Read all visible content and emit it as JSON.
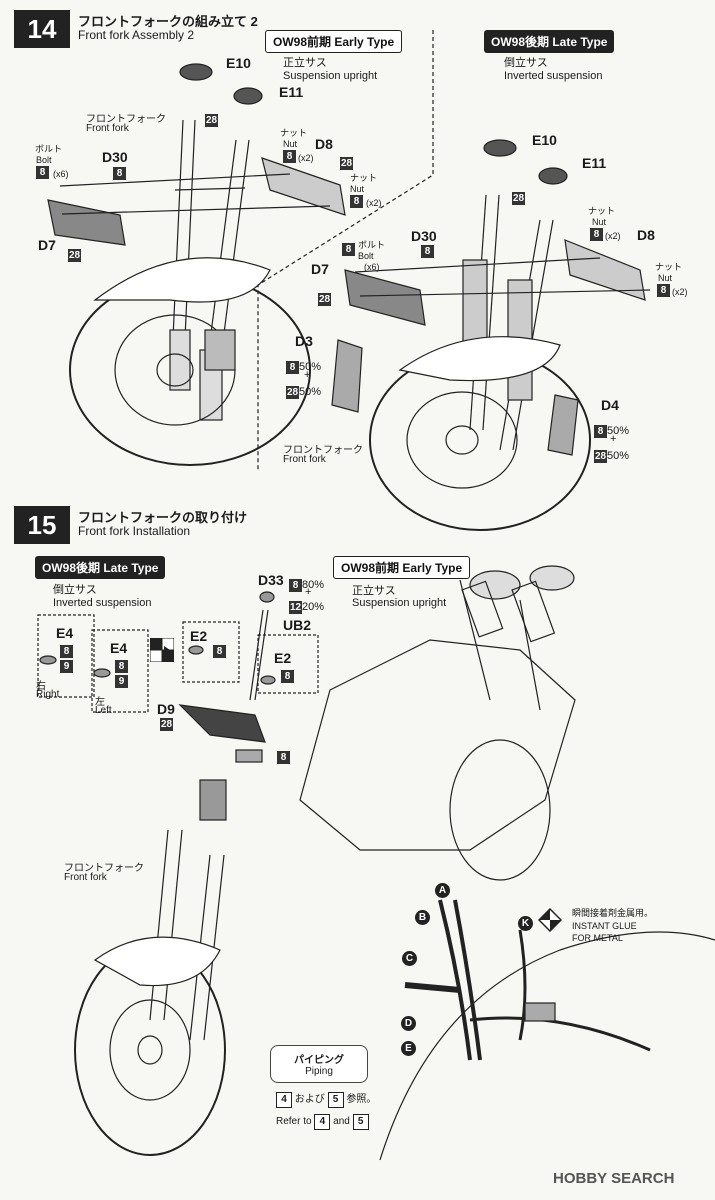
{
  "step14": {
    "number": "14",
    "title_jp": "フロントフォークの組み立て 2",
    "title_en": "Front fork Assembly 2",
    "early": {
      "tag": "OW98前期 Early Type",
      "sub_jp": "正立サス",
      "sub_en": "Suspension upright",
      "parts": {
        "e10": "E10",
        "e11": "E11",
        "d30": "D30",
        "d8": "D8",
        "d7": "D7"
      },
      "front_fork_jp": "フロントフォーク",
      "front_fork_en": "Front fork",
      "bolt_jp": "ボルト",
      "bolt_en": "Bolt",
      "nut_jp": "ナット",
      "nut_en": "Nut",
      "x6": "(x6)",
      "x2": "(x2)"
    },
    "late": {
      "tag": "OW98後期 Late Type",
      "sub_jp": "倒立サス",
      "sub_en": "Inverted suspension",
      "parts": {
        "e10": "E10",
        "e11": "E11",
        "d30": "D30",
        "d8": "D8",
        "d7": "D7",
        "d3": "D3",
        "d4": "D4"
      },
      "front_fork_jp": "フロントフォーク",
      "front_fork_en": "Front fork",
      "bolt_jp": "ボルト",
      "bolt_en": "Bolt",
      "nut_jp": "ナット",
      "nut_en": "Nut",
      "x6": "(x6)",
      "x2": "(x2)",
      "pct50": "50%",
      "plus": "+"
    }
  },
  "step15": {
    "number": "15",
    "title_jp": "フロントフォークの取り付け",
    "title_en": "Front fork Installation",
    "late": {
      "tag": "OW98後期 Late Type",
      "sub_jp": "倒立サス",
      "sub_en": "Inverted suspension"
    },
    "early": {
      "tag": "OW98前期 Early Type",
      "sub_jp": "正立サス",
      "sub_en": "Suspension upright"
    },
    "parts": {
      "e4": "E4",
      "e2": "E2",
      "d33": "D33",
      "ub2": "UB2",
      "d9": "D9"
    },
    "right_jp": "右",
    "right_en": "Right",
    "left_jp": "左",
    "left_en": "Left",
    "pct80": "80%",
    "pct20": "20%",
    "plus": "+",
    "front_fork_jp": "フロントフォーク",
    "front_fork_en": "Front fork",
    "glue_jp": "瞬間接着剤金属用。",
    "glue_en1": "INSTANT GLUE",
    "glue_en2": "FOR METAL",
    "piping_jp": "パイピング",
    "piping_en": "Piping",
    "ref_jp_and": "および",
    "ref_jp_tail": "参照。",
    "ref_en_head": "Refer to",
    "ref_en_and": "and",
    "ref_a": "4",
    "ref_b": "5",
    "letters": [
      "A",
      "B",
      "C",
      "D",
      "E",
      "K"
    ]
  },
  "paint_codes": {
    "c8": "8",
    "c9": "9",
    "c12": "12",
    "c28": "28"
  },
  "watermark": "HOBBY SEARCH"
}
